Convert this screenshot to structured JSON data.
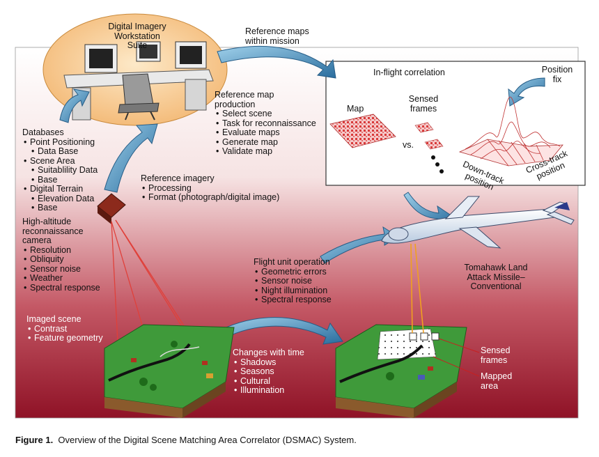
{
  "workstation": {
    "title_line1": "Digital Imagery",
    "title_line2": "Workstation Suite"
  },
  "ref_maps": {
    "line1": "Reference maps",
    "line2": "within mission"
  },
  "ref_map_production": {
    "title_line1": "Reference map",
    "title_line2": "production",
    "items": [
      "Select scene",
      "Task for reconnaissance",
      "Evaluate maps",
      "Generate map",
      "Validate map"
    ]
  },
  "databases": {
    "title": "Databases",
    "lines": [
      "Point Positioning",
      "Data Base",
      "Scene Area",
      "Suitablility Data",
      "Base",
      "Digital Terrain",
      "Elevation Data",
      "Base"
    ]
  },
  "ref_imagery": {
    "title": "Reference imagery",
    "items": [
      "Processing",
      "Format (photograph/digital image)"
    ]
  },
  "camera": {
    "title_line1": "High-altitude",
    "title_line2": "reconnaissance",
    "title_line3": "camera",
    "items": [
      "Resolution",
      "Obliquity",
      "Sensor noise",
      "Weather",
      "Spectral response"
    ]
  },
  "inflight": {
    "title": "In-flight correlation",
    "map_label": "Map",
    "sensed_line1": "Sensed",
    "sensed_line2": "frames",
    "vs": "vs.",
    "position_fix_line1": "Position",
    "position_fix_line2": "fix",
    "down_track_line1": "Down-track",
    "down_track_line2": "position",
    "cross_track_line1": "Cross-track",
    "cross_track_line2": "position"
  },
  "flight_unit": {
    "title": "Flight unit operation",
    "items": [
      "Geometric errors",
      "Sensor noise",
      "Night illumination",
      "Spectral response"
    ]
  },
  "missile": {
    "line1": "Tomahawk Land",
    "line2": "Attack Missile–",
    "line3": "Conventional"
  },
  "imaged_scene": {
    "title": "Imaged scene",
    "items": [
      "Contrast",
      "Feature geometry"
    ]
  },
  "changes": {
    "title": "Changes with time",
    "items": [
      "Shadows",
      "Seasons",
      "Cultural",
      "Illumination"
    ]
  },
  "sensed_frames": {
    "line1": "Sensed",
    "line2": "frames"
  },
  "mapped_area": {
    "line1": "Mapped",
    "line2": "area"
  },
  "caption": {
    "label": "Figure 1.",
    "text": "Overview of the Digital Scene Matching Area Correlator (DSMAC) System."
  },
  "colors": {
    "background_top": "#ffffff",
    "background_bottom": "#9e1a2c",
    "arrow": "#3b7fb2",
    "terrain": "#3f9a3a",
    "red_beam": "#e0403a",
    "orange_beam": "#f0a020"
  }
}
